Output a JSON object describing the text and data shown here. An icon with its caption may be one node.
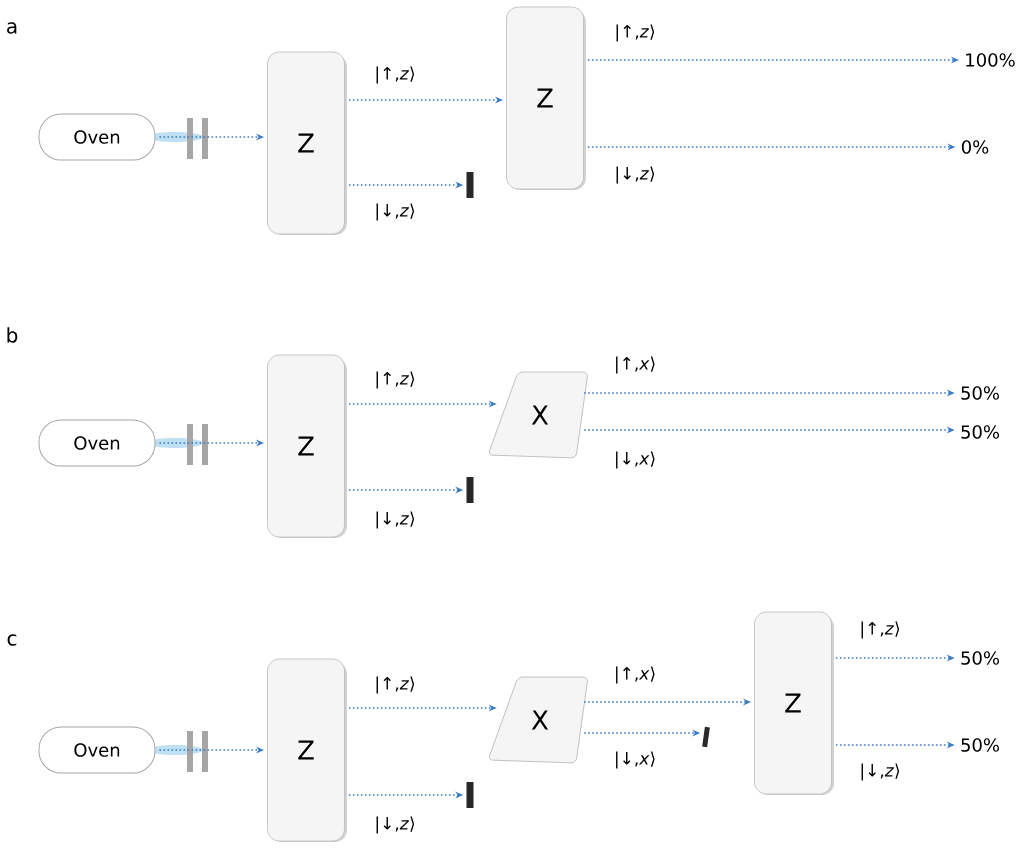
{
  "diagram": {
    "nodes": [
      {
        "text": [
          "Oven"
        ]
      },
      {
        "text": [
          "Z"
        ]
      },
      {
        "text": [],
        "shape": "bar"
      },
      {
        "text": [
          "Z"
        ]
      },
      {
        "text": [
          "100%"
        ]
      },
      {
        "text": [
          "0%"
        ]
      },
      {
        "text": [
          "Oven"
        ]
      },
      {
        "text": [
          "Z"
        ]
      },
      {
        "text": [
          "X"
        ]
      },
      {
        "text": [],
        "shape": "bar"
      },
      {
        "text": [
          "50%"
        ]
      },
      {
        "text": [
          "50%"
        ]
      },
      {
        "text": [
          "Oven"
        ]
      },
      {
        "text": [
          "Z"
        ]
      },
      {
        "text": [],
        "shape": "bar"
      },
      {
        "text": [
          "X"
        ]
      },
      {
        "text": [],
        "shape": "bar"
      },
      {
        "text": [
          "Z"
        ]
      },
      {
        "text": [
          "50%"
        ]
      },
      {
        "text": [
          "50%"
        ]
      }
    ],
    "edges": [
      {
        "from": 0,
        "to": 1,
        "arrow": "to"
      },
      {
        "from": 1,
        "to": 3,
        "arrow": "to",
        "label": "|↑,*z*⟩"
      },
      {
        "from": 1,
        "to": 2,
        "arrow": "to",
        "label": "|↓,*z*⟩"
      },
      {
        "from": 3,
        "to": 4,
        "arrow": "to",
        "label": "|↑,*z*⟩"
      },
      {
        "from": 3,
        "to": 5,
        "arrow": "to",
        "label": "|↓,*z*⟩"
      },
      {
        "from": 6,
        "to": 7,
        "arrow": "to"
      },
      {
        "from": 7,
        "to": 8,
        "arrow": "to",
        "label": "|↑,*z*⟩"
      },
      {
        "from": 7,
        "to": 9,
        "arrow": "to",
        "label": "|↓,*z*⟩"
      },
      {
        "from": 8,
        "to": 10,
        "arrow": "to",
        "label": "|↑,*x*⟩"
      },
      {
        "from": 8,
        "to": 11,
        "arrow": "to",
        "label": "|↓,*x*⟩"
      },
      {
        "from": 12,
        "to": 13,
        "arrow": "to"
      },
      {
        "from": 13,
        "to": 15,
        "arrow": "to",
        "label": "|↑,*z*⟩"
      },
      {
        "from": 13,
        "to": 14,
        "arrow": "to",
        "label": "|↓,*z*⟩"
      },
      {
        "from": 15,
        "to": 17,
        "arrow": "to",
        "label": "|↑,*x*⟩"
      },
      {
        "from": 15,
        "to": 16,
        "arrow": "to",
        "label": "|↓,*x*⟩"
      },
      {
        "from": 17,
        "to": 18,
        "arrow": "to",
        "label": "|↑,*z*⟩"
      },
      {
        "from": 17,
        "to": 19,
        "arrow": "to",
        "label": "|↓,*z*⟩"
      }
    ],
    "labels": [
      "a",
      "b",
      "c"
    ]
  }
}
